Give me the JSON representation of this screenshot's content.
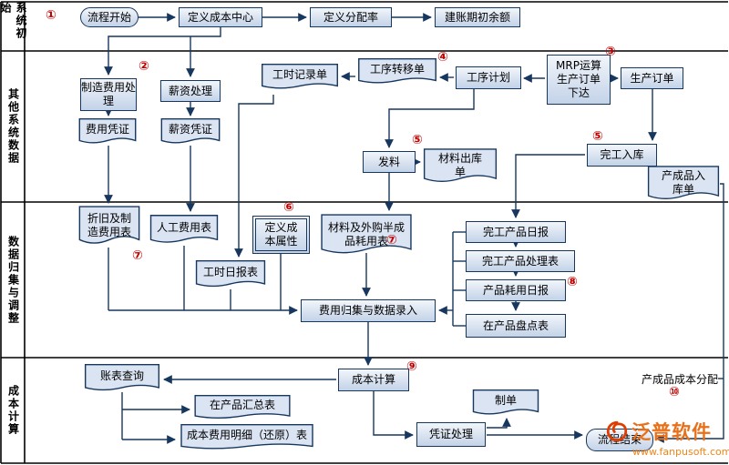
{
  "lanes": {
    "l1": "系统初始",
    "l2": "其他系统数据",
    "l3": "数据归集与调整",
    "l4": "成本计算"
  },
  "nodes": {
    "start": "流程开始",
    "cost_center": "定义成本中心",
    "alloc_rate": "定义分配率",
    "opening_balance": "建账期初余额",
    "mfg_expense": "制造费用处理",
    "payroll": "薪资处理",
    "expense_voucher": "费用凭证",
    "payroll_voucher": "薪资凭证",
    "timesheet": "工时记录单",
    "process_transfer": "工序转移单",
    "process_plan": "工序计划",
    "mrp": "MRP运算生产订单下达",
    "production_order": "生产订单",
    "issue_material": "发料",
    "material_out": "材料出库单",
    "finish_in": "完工入库",
    "finished_goods_in": "产成品入库单",
    "depreciation": "折旧及制造费用表",
    "labor_cost": "人工费用表",
    "cost_attr": "定义成本属性",
    "material_consumption": "材料及外购半成品耗用表",
    "timesheet_daily": "工时日报表",
    "finished_daily": "完工产品日报",
    "finished_process": "完工产品处理表",
    "consumption_daily": "产品耗用日报",
    "wip_inventory": "在产品盘点表",
    "collect_entry": "费用归集与数据录入",
    "account_query": "账表查询",
    "wip_summary": "在产品汇总表",
    "cost_detail": "成本费用明细（还原）表",
    "cost_calc": "成本计算",
    "voucher_process": "凭证处理",
    "make_doc": "制单",
    "end": "流程结束",
    "cost_alloc": "产成品成本分配"
  },
  "badges": {
    "n1": "①",
    "n2": "②",
    "n3": "③",
    "n4": "④",
    "n5a": "⑤",
    "n5b": "⑤",
    "n6": "⑥",
    "n7a": "⑦",
    "n7b": "⑦",
    "n8": "⑧",
    "n9": "⑨",
    "n10": "⑩"
  },
  "watermark": {
    "brand": "泛普软件",
    "url": "www.fanpusoft.com"
  },
  "colors": {
    "line": "#17375e",
    "badge": "#c00000",
    "brand_orange": "#f08519"
  }
}
